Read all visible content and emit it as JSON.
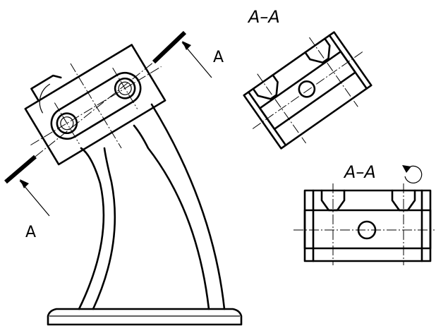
{
  "labels": {
    "section_top": "A–A",
    "section_bottom": "A–A",
    "arrow_upper": "A",
    "arrow_lower": "A"
  },
  "icons": {
    "rotation": "rotation-arrow-icon"
  },
  "colors": {
    "line": "#000000",
    "background": "#ffffff"
  }
}
